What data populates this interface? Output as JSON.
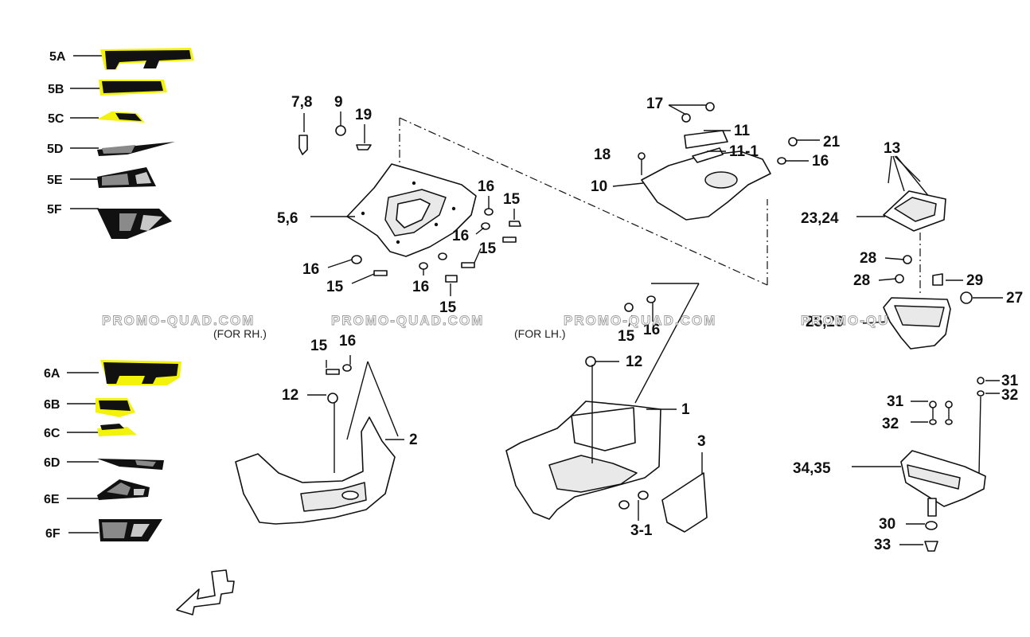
{
  "watermarks": [
    "PROMO-QUAD.COM",
    "PROMO-QUAD.COM",
    "PROMO-QUAD.COM",
    "PROMO-QU"
  ],
  "notes": {
    "for_rh": "(FOR RH.)",
    "for_lh": "(FOR LH.)"
  },
  "decals_5": [
    "5A",
    "5B",
    "5C",
    "5D",
    "5E",
    "5F"
  ],
  "decals_6": [
    "6A",
    "6B",
    "6C",
    "6D",
    "6E",
    "6F"
  ],
  "labels": {
    "l78": "7,8",
    "l9": "9",
    "l19": "19",
    "l56": "5,6",
    "l16a": "16",
    "l15a": "15",
    "l16b": "16",
    "l15b": "15",
    "l16c": "16",
    "l15c": "15",
    "l16d": "16",
    "l15d": "15",
    "l17": "17",
    "l11": "11",
    "l111": "11-1",
    "l18": "18",
    "l10": "10",
    "l21": "21",
    "l16e": "16",
    "l13": "13",
    "l2324": "23,24",
    "l28a": "28",
    "l28b": "28",
    "l29": "29",
    "l27": "27",
    "l2526": "25,26",
    "l15e": "15",
    "l16f": "16",
    "l12a": "12",
    "l2": "2",
    "l15f": "15",
    "l16g": "16",
    "l12b": "12",
    "l1": "1",
    "l3": "3",
    "l31a": "3-1",
    "l31": "31",
    "l32": "32",
    "l31b": "31",
    "l32b": "32",
    "l3435": "34,35",
    "l30": "30",
    "l33": "33"
  }
}
